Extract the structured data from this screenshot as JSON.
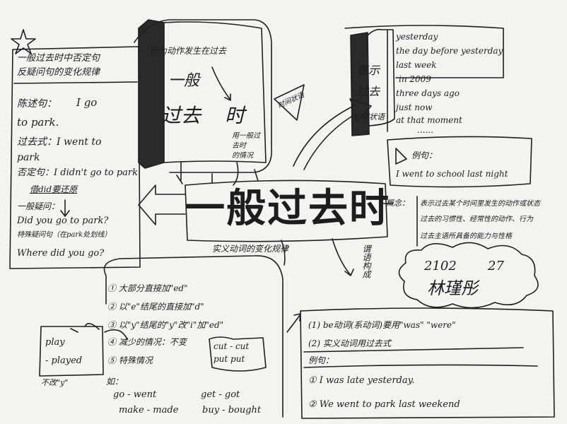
{
  "left_box": {
    "heading_line1": "一般过去时中否定句",
    "heading_line2": "反疑问句的变化规律",
    "label_original": "陈述句：",
    "original_1": "I go",
    "original_2": "to park.",
    "past_1": "过去式：I  went to",
    "past_2": "park",
    "negative": "否定句：I didn't go to park",
    "restore_note": "借did要还原",
    "question_label": "一般疑问：",
    "question": "Did you go to park?",
    "wh_note": "特殊疑问句（在park处划线）",
    "wh_question": "Where did you go?"
  },
  "top_book": {
    "caption": "行为动作发生在过去",
    "word1": "一般",
    "word2": "过去",
    "word3": "时",
    "side_note_1": "用一般过",
    "side_note_2": "去时",
    "side_note_3": "的情况",
    "flag": "时间状语"
  },
  "time_box": {
    "title_1": "表示",
    "title_2": "过去",
    "title_3": "时间状语",
    "words": [
      "yesterday",
      "the day before yesterday",
      "last week",
      "in 2009",
      "three days ago",
      "just now",
      "at that moment",
      "......"
    ]
  },
  "example_box": {
    "label": "例句：",
    "sentence": "I went to school last night"
  },
  "center_title": "一般过去时",
  "concept": {
    "label": "概念：",
    "line1": "表示过去某个时间里发生的动作或状态",
    "line2": "过去的习惯性、经常性的动作、行为",
    "line3": "过去主语所具备的能力与性格"
  },
  "student": {
    "class_no": "2102",
    "number": "27",
    "name": "林瑾彤"
  },
  "verbs": {
    "heading": "实义动词的变化规律",
    "rule1": "① 大部分直接加\"ed\"",
    "rule2": "② 以\"e\"结尾的直接加\"d\"",
    "rule3": "③ 以\"y\"结尾的\"y\"改\"i\"加\"ed\"",
    "rule4": "④ 减少的情况：不变",
    "rule5": "⑤ 特殊情况",
    "unchanged_1": "cut - cut",
    "unchanged_2": "put  put",
    "example_label": "如：",
    "ex1": "go - went",
    "ex2": "get - got",
    "ex3": "make - made",
    "ex4": "buy - bought",
    "play1": "play",
    "play2": "- played",
    "play_note": "不改\"y\""
  },
  "predicate": {
    "label": "谓语构成",
    "rule1": "(1) be动词(系动词)要用\"was\"  \"were\"",
    "rule2": "(2) 实义动词用过去式",
    "example_label": "例句：",
    "ex1": "① I was late yesterday.",
    "ex2": "② We went to park last weekend"
  }
}
